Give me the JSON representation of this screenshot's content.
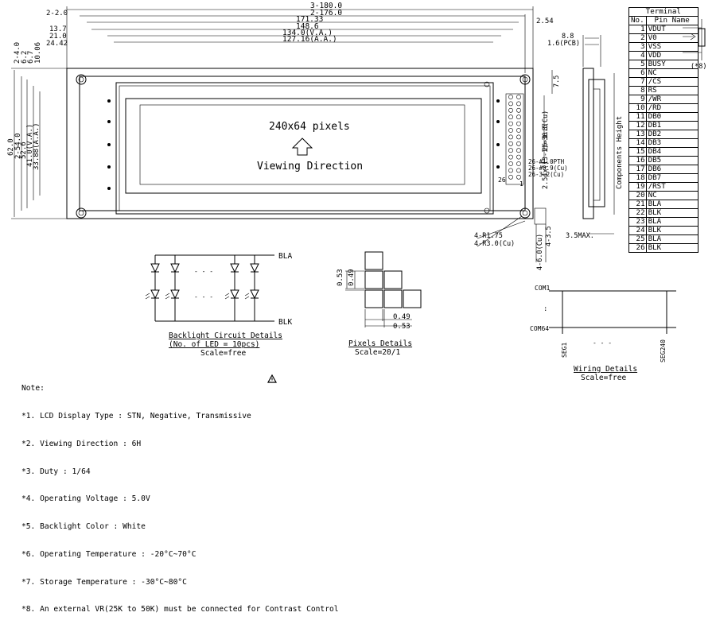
{
  "dimensions": {
    "top": [
      "3-180.0",
      "2-176.0",
      "171.33",
      "148.6",
      "134.0(V.A.)",
      "127.16(A.A.)"
    ],
    "top_left": [
      "2-2.0",
      "13.7",
      "21.0",
      "24.42"
    ],
    "top_right": "2.54",
    "left_top": [
      "2-4.0",
      "6.2",
      "6.7",
      "10.06"
    ],
    "left_side": [
      "62.0",
      "2-54.0",
      "52.6",
      "41.0(V.A.)",
      "33.88(A.A.)"
    ],
    "right_side": [
      "26-1.8(Cu)",
      "2.54x(13-1)=30.5",
      "26-#1.0PTH",
      "26-#0.9(Cu)",
      "26-3.2(Cu)",
      "26",
      "1"
    ],
    "right_top": "7.5",
    "bottom_right": [
      "4-R1.75",
      "4-R3.0(Cu)",
      "4-6.0(Cu)",
      "4-3.5"
    ],
    "side": [
      "8.8",
      "1.6(PCB)",
      "3.5MAX."
    ]
  },
  "display": {
    "resolution": "240x64 pixels",
    "direction": "Viewing Direction"
  },
  "side_view": {
    "label": "Components Height"
  },
  "terminal": {
    "title": "Terminal",
    "headers": [
      "No.",
      "Pin Name"
    ],
    "pins": [
      [
        "1",
        "VDUT"
      ],
      [
        "2",
        "V0"
      ],
      [
        "3",
        "VSS"
      ],
      [
        "4",
        "VDD"
      ],
      [
        "5",
        "BUSY"
      ],
      [
        "6",
        "NC"
      ],
      [
        "7",
        "/CS"
      ],
      [
        "8",
        "RS"
      ],
      [
        "9",
        "/WR"
      ],
      [
        "10",
        "/RD"
      ],
      [
        "11",
        "DB0"
      ],
      [
        "12",
        "DB1"
      ],
      [
        "13",
        "DB2"
      ],
      [
        "14",
        "DB3"
      ],
      [
        "15",
        "DB4"
      ],
      [
        "16",
        "DB5"
      ],
      [
        "17",
        "DB6"
      ],
      [
        "18",
        "DB7"
      ],
      [
        "19",
        "/RST"
      ],
      [
        "20",
        "NC"
      ],
      [
        "21",
        "BLA"
      ],
      [
        "22",
        "BLK"
      ],
      [
        "23",
        "BLA"
      ],
      [
        "24",
        "BLK"
      ],
      [
        "25",
        "BLA"
      ],
      [
        "26",
        "BLK"
      ]
    ],
    "vr_note": "(*8)"
  },
  "backlight": {
    "bla": "BLA",
    "blk": "BLK",
    "dots": "- - -",
    "title": "Backlight Circuit Details",
    "subtitle": "(No. of LED = 10pcs)",
    "scale": "Scale=free"
  },
  "pixels": {
    "dims": [
      "0.53",
      "0.49",
      "0.49",
      "0.53"
    ],
    "title": "Pixels Details",
    "scale": "Scale=20/1"
  },
  "wiring": {
    "com1": "COM1",
    "com64": "COM64",
    "seg1": "SEG1",
    "seg240": "SEG240",
    "dots_v": ":",
    "dots_h": "- - -",
    "title": "Wiring Details",
    "scale": "Scale=free"
  },
  "notes": {
    "title": "Note:",
    "items": [
      "*1. LCD Display Type : STN, Negative, Transmissive",
      "*2. Viewing Direction : 6H",
      "*3. Duty : 1/64",
      "*4. Operating Voltage : 5.0V",
      "*5. Backlight Color : White",
      "*6. Operating Temperature : -20°C~70°C",
      "*7. Storage Temperature : -30°C~80°C",
      "*8. An external VR(25K to 50K) must be connected for Contrast Control"
    ]
  }
}
